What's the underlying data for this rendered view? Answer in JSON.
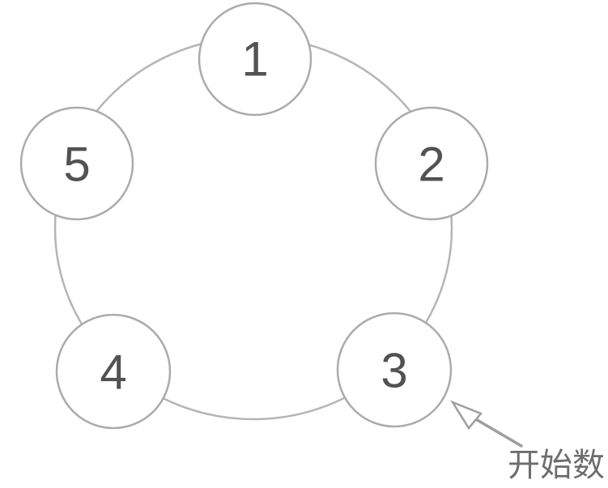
{
  "diagram": {
    "description": "counting-circle-diagram",
    "nodes": [
      {
        "value": "1"
      },
      {
        "value": "2"
      },
      {
        "value": "3"
      },
      {
        "value": "4"
      },
      {
        "value": "5"
      }
    ],
    "annotation": {
      "label": "开始数",
      "arrow_icon": "arrow-up-left-hollow",
      "points_to_node": "3"
    },
    "colors": {
      "background": "#ffffff",
      "ring_stroke": "#b5b5b5",
      "node_stroke": "#ababab",
      "node_fill": "#ffffff",
      "node_text": "#525252",
      "arrow": "#9e9e9e",
      "annotation_text": "#6d6d6d"
    }
  }
}
